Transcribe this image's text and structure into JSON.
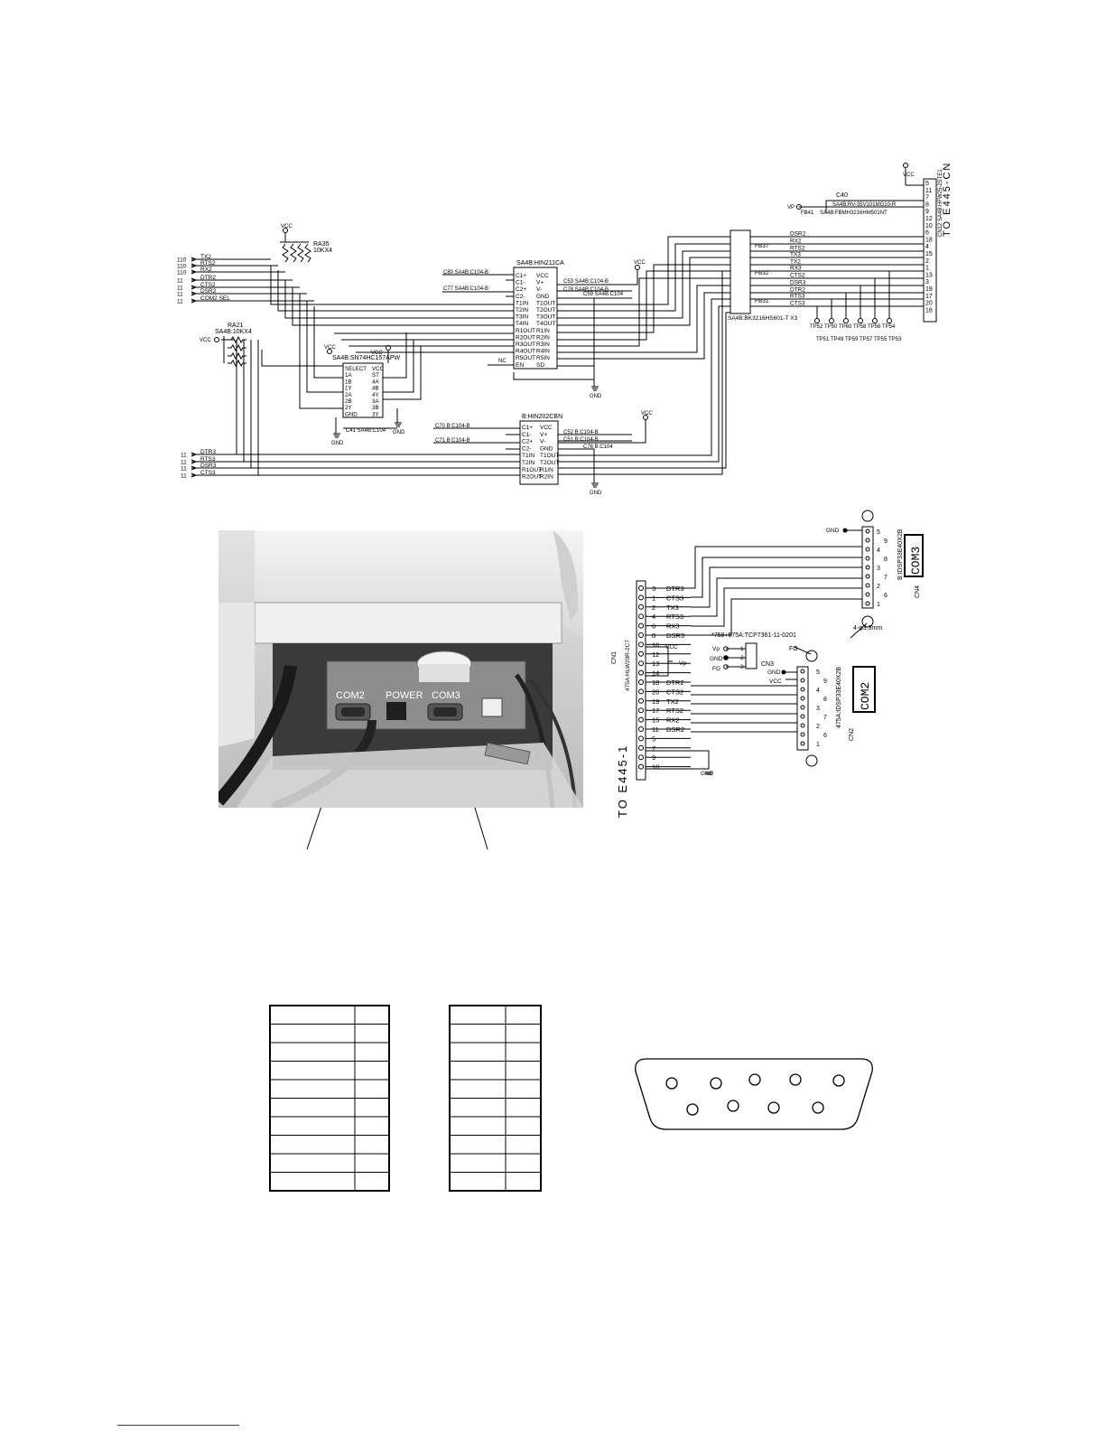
{
  "top_schematic": {
    "header": "TO E445-CN",
    "cn12_label": "CN12 SA4B:HFW25-2STE1",
    "ra35": [
      "RA35",
      "10KX4"
    ],
    "ra21": [
      "RA21",
      "SA4B:10KX4"
    ],
    "ic39_label": "SA4B:HIN211CA",
    "ic40_label": "B:HIN202CBN",
    "ic36_label": "SA4B:SN74HC157APW",
    "ferrite_label": "SA4B:BK3216HS601-T X3",
    "c40_label": "C40",
    "c40_part": "SA4B:RV-35V101MG10-R",
    "fb41_label": "FB41",
    "fb41_part": "SA4B:FBMH3216HM501NT",
    "vp_label": "VP",
    "gnd": "GND",
    "vcc": "VCC",
    "nc": "NC",
    "left_inputs": [
      {
        "tag": "110",
        "name": "TX2"
      },
      {
        "tag": "110",
        "name": "RTS2"
      },
      {
        "tag": "110",
        "name": "RX2"
      },
      {
        "tag": "11",
        "name": "DTR2"
      },
      {
        "tag": "11",
        "name": "CTS2"
      },
      {
        "tag": "11",
        "name": "DSR2"
      },
      {
        "tag": "11",
        "name": "COM2 SEL"
      }
    ],
    "bottom_inputs": [
      {
        "tag": "11",
        "name": "DTR3"
      },
      {
        "tag": "11",
        "name": "RTS3"
      },
      {
        "tag": "11",
        "name": "DSR3"
      },
      {
        "tag": "11",
        "name": "CTS3"
      }
    ],
    "ic39_pins_left": [
      "C1+",
      "C1-",
      "C2+",
      "C2-",
      "T1IN",
      "T2IN",
      "T3IN",
      "T4IN",
      "R1OUT",
      "R2OUT",
      "R3OUT",
      "R4OUT",
      "R5OUT",
      "EN"
    ],
    "ic39_pins_right": [
      "VCC",
      "V+",
      "V-",
      "GND",
      "T1OUT",
      "T2OUT",
      "T3OUT",
      "T4OUT",
      "R1IN",
      "R2IN",
      "R3IN",
      "R4IN",
      "R5IN",
      "SD"
    ],
    "ic39_caps": [
      "C80 SA4B:C104-B",
      "C77 SA4B:C104-B",
      "C53 SA4B:C104-B",
      "C78 SA4B:C104-B",
      "C59 SA4B:C104"
    ],
    "ic36_pins_left": [
      "SELECT",
      "1A",
      "1B",
      "1Y",
      "2A",
      "2B",
      "2Y",
      "GND"
    ],
    "ic36_pins_right": [
      "VCC",
      "ST",
      "4A",
      "4B",
      "4Y",
      "3A",
      "3B",
      "3Y"
    ],
    "ic36_cap": "C41 SA4B:C104",
    "ic40_pins_left": [
      "C1+",
      "C1-",
      "C2+",
      "C2-",
      "T1IN",
      "T2IN",
      "R1OUT",
      "R2OUT"
    ],
    "ic40_pins_right": [
      "VCC",
      "V+",
      "V-",
      "GND",
      "T1OUT",
      "T2OUT",
      "R1IN",
      "R2IN"
    ],
    "ic40_caps": [
      "C70 B:C104-B",
      "C71 B:C104-B",
      "C52 B:C104-B",
      "C51 B:C104-B",
      "C76 B:C104"
    ],
    "bus_signals": [
      "DSR2",
      "RX2",
      "RTS2",
      "TX3",
      "TX2",
      "RX3",
      "CTS2",
      "DSR3",
      "DTR2",
      "RTS3",
      "CTS3"
    ],
    "fb_labels": [
      "FB37",
      "FB32",
      "FB31"
    ],
    "cn12_pins": [
      "5",
      "11",
      "7",
      "8",
      "9",
      "12",
      "10",
      "6",
      "18",
      "4",
      "15",
      "2",
      "1",
      "13",
      "3",
      "19",
      "17",
      "20",
      "16"
    ],
    "test_points_top": [
      "TP52",
      "TP50",
      "TP60",
      "TP58",
      "TP56",
      "TP54"
    ],
    "test_points_bottom": [
      "TP51",
      "TP49",
      "TP59",
      "TP57",
      "TP55",
      "TP53"
    ]
  },
  "photo": {
    "labels": [
      "COM2",
      "POWER",
      "COM3"
    ]
  },
  "com_schematic": {
    "cn1_label": "CN1",
    "cn1_part": "475A:HLW20R-2C7",
    "to_e445": "TO E445-1",
    "cn1_rows": [
      {
        "pin": "3",
        "sig": "DTR3"
      },
      {
        "pin": "1",
        "sig": "CTS3"
      },
      {
        "pin": "2",
        "sig": "TX3"
      },
      {
        "pin": "4",
        "sig": "RTS3"
      },
      {
        "pin": "6",
        "sig": "RX3"
      },
      {
        "pin": "8",
        "sig": "DSR3"
      },
      {
        "pin": "16",
        "sig": ""
      },
      {
        "pin": "12",
        "sig": ""
      },
      {
        "pin": "13",
        "sig": ""
      },
      {
        "pin": "14",
        "sig": ""
      },
      {
        "pin": "18",
        "sig": "DTR2"
      },
      {
        "pin": "20",
        "sig": "CTS2"
      },
      {
        "pin": "19",
        "sig": "TX2"
      },
      {
        "pin": "17",
        "sig": "RTS2"
      },
      {
        "pin": "15",
        "sig": "RX2"
      },
      {
        "pin": "11",
        "sig": "DSR2"
      },
      {
        "pin": "5",
        "sig": ""
      },
      {
        "pin": "7",
        "sig": ""
      },
      {
        "pin": "9",
        "sig": ""
      },
      {
        "pin": "10",
        "sig": ""
      }
    ],
    "vcc": "VCC",
    "vp": "Vp",
    "fg": "FG",
    "gnd": "GND",
    "cn3": "CN3",
    "cn3_pins": [
      "1",
      "2",
      "3"
    ],
    "cn4_label": "CN4",
    "cn4_part": "B:IDSP33E40X2B",
    "cn4_pins": [
      "5",
      "9",
      "4",
      "8",
      "3",
      "7",
      "2",
      "6",
      "1"
    ],
    "cn2_label": "CN2",
    "cn2_part": "475A:IDSP33E40X2B",
    "cn2_pins": [
      "5",
      "9",
      "4",
      "8",
      "3",
      "7",
      "2",
      "6",
      "1"
    ],
    "screw_note": "*758+575A:TCP7361-11-0201",
    "hole_note": "4-φ3.3mm",
    "com3_box": "COM3",
    "com2_box": "COM2"
  },
  "pin_tables": {
    "rows": 9
  }
}
